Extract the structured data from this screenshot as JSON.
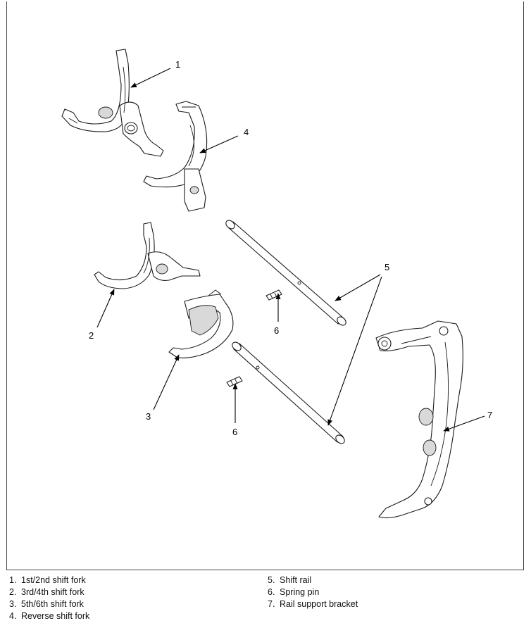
{
  "callouts": {
    "c1": "1",
    "c2": "2",
    "c3": "3",
    "c4": "4",
    "c5": "5",
    "c6a": "6",
    "c6b": "6",
    "c7": "7"
  },
  "legend": {
    "left": [
      {
        "num": "1.",
        "label": "1st/2nd shift fork"
      },
      {
        "num": "2.",
        "label": "3rd/4th shift fork"
      },
      {
        "num": "3.",
        "label": "5th/6th shift fork"
      },
      {
        "num": "4.",
        "label": "Reverse shift fork"
      }
    ],
    "right": [
      {
        "num": "5.",
        "label": "Shift rail"
      },
      {
        "num": "6.",
        "label": "Spring pin"
      },
      {
        "num": "7.",
        "label": "Rail support bracket"
      }
    ]
  }
}
